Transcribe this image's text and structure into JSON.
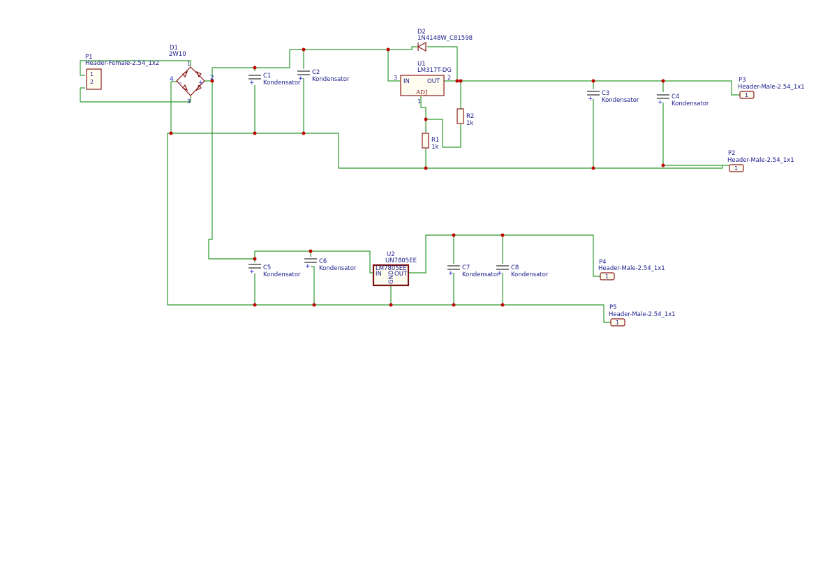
{
  "components": {
    "P1": {
      "ref": "P1",
      "value": "Header-Female-2.54_1x2",
      "pins": [
        "1",
        "2"
      ]
    },
    "D1": {
      "ref": "D1",
      "value": "2W10",
      "pin_left": "4",
      "pin_right": "2",
      "pin_top": "1",
      "pin_bottom": "3"
    },
    "D2": {
      "ref": "D2",
      "value": "1N4148W_C81598"
    },
    "U1": {
      "ref": "U1",
      "value": "LM317T-DG",
      "in": "IN",
      "out": "OUT",
      "adj": "ADJ",
      "pin_in": "3",
      "pin_out": "2",
      "pin_adj": "1"
    },
    "U2": {
      "ref": "U2",
      "value": "LM7805EE",
      "label_overlap": "UN7805EE",
      "in": "IN",
      "out": "OUT",
      "gnd": "GND"
    },
    "C1": {
      "ref": "C1",
      "value": "Kondensator"
    },
    "C2": {
      "ref": "C2",
      "value": "Kondensator"
    },
    "C3": {
      "ref": "C3",
      "value": "Kondensator"
    },
    "C4": {
      "ref": "C4",
      "value": "Kondensator"
    },
    "C5": {
      "ref": "C5",
      "value": "Kondensator"
    },
    "C6": {
      "ref": "C6",
      "value": "Kondensator"
    },
    "C7": {
      "ref": "C7",
      "value": "Kondensator"
    },
    "C8": {
      "ref": "C8",
      "value": "Kondensator"
    },
    "R1": {
      "ref": "R1",
      "value": "1k"
    },
    "R2": {
      "ref": "R2",
      "value": "1k"
    },
    "P2": {
      "ref": "P2",
      "value": "Header-Male-2.54_1x1",
      "pin": "1"
    },
    "P3": {
      "ref": "P3",
      "value": "Header-Male-2.54_1x1",
      "pin": "1"
    },
    "P4": {
      "ref": "P4",
      "value": "Header-Male-2.54_1x1",
      "pin": "1"
    },
    "P5": {
      "ref": "P5",
      "value": "Header-Male-2.54_1x1",
      "pin": "1"
    }
  },
  "symbols": {
    "plus": "+"
  },
  "colors": {
    "wire": "#2e9a2e",
    "body": "#8b1a1a",
    "label": "#1a1a8c",
    "junction": "#c00000"
  }
}
